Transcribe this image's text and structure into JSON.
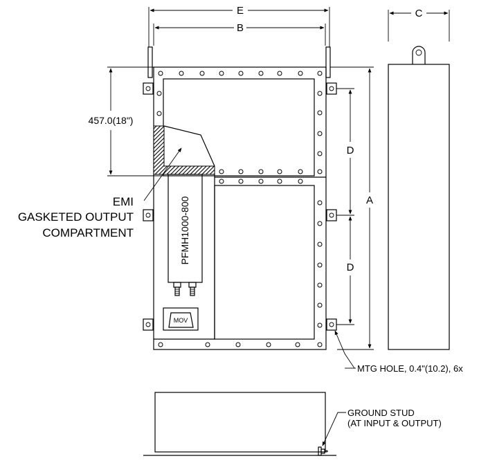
{
  "labels": {
    "dim_e": "E",
    "dim_b": "B",
    "dim_c": "C",
    "dim_d_top": "D",
    "dim_d_bottom": "D",
    "dim_a": "A",
    "dim_height": "457.0(18\")",
    "emi_line1": "EMI",
    "emi_line2": "GASKETED OUTPUT",
    "emi_line3": "COMPARTMENT",
    "module": "PFMH1000-800",
    "mov": "MOV",
    "mtg_hole": "MTG HOLE, 0.4\"(10.2), 6x",
    "ground_line1": "GROUND STUD",
    "ground_line2": "(AT INPUT & OUTPUT)"
  },
  "colors": {
    "line": "#000000",
    "background": "#ffffff",
    "hatch": "#000000"
  }
}
